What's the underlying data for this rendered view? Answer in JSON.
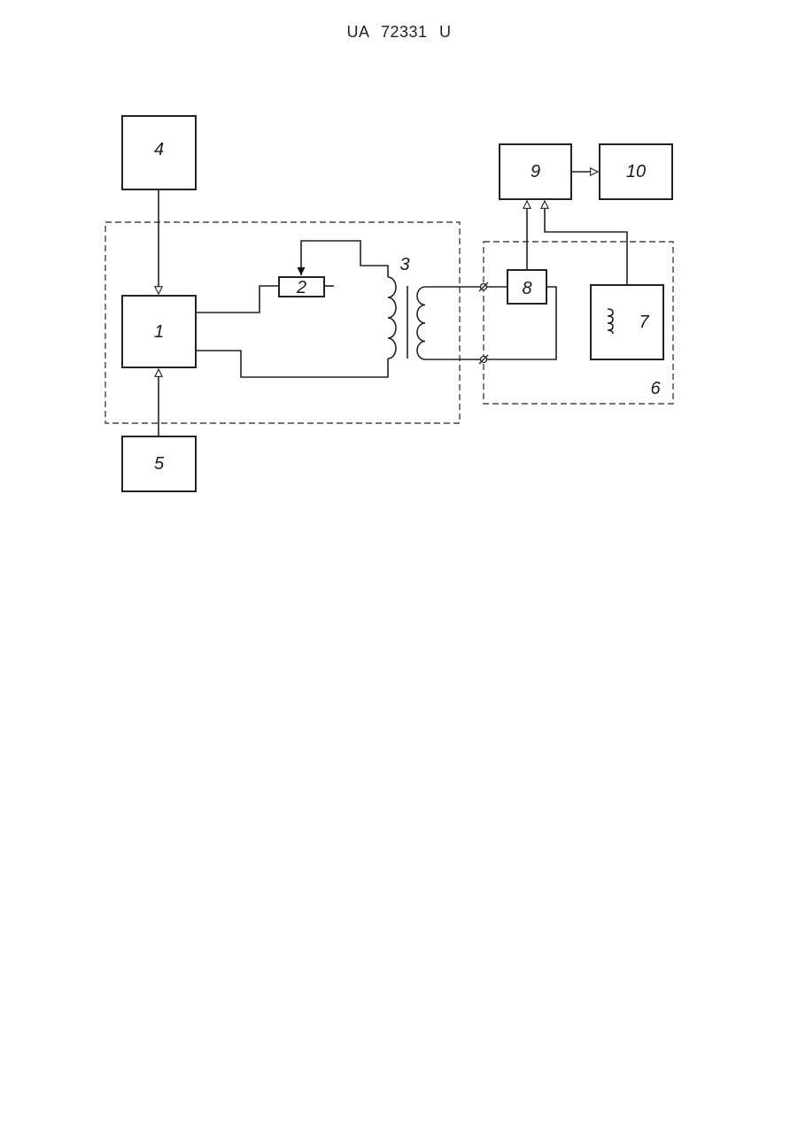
{
  "header": {
    "doc_number": "UA   72331   U"
  },
  "diagram": {
    "labels": {
      "b1": "1",
      "b2": "2",
      "b3": "3",
      "b4": "4",
      "b5": "5",
      "b6": "6",
      "b7": "7",
      "b8": "8",
      "b9": "9",
      "b10": "10"
    }
  }
}
